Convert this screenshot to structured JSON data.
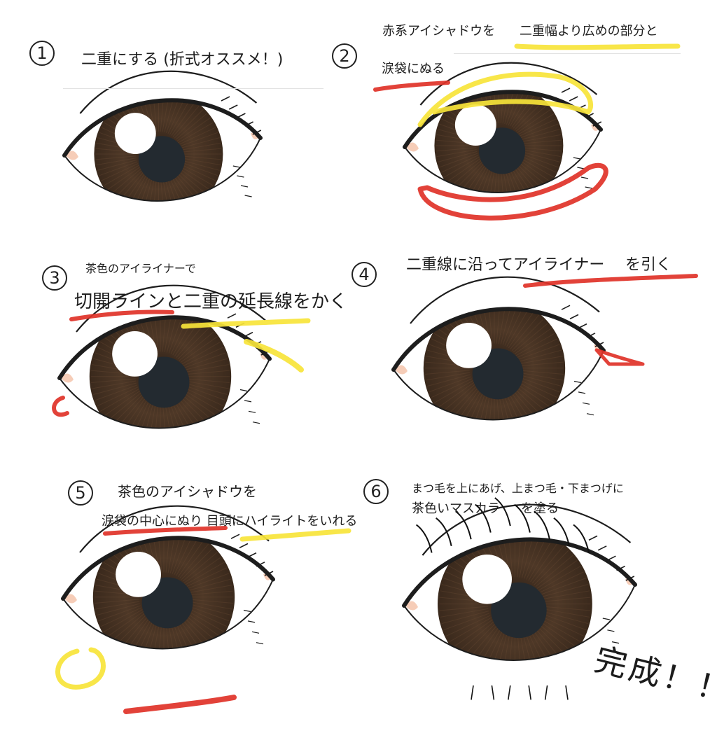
{
  "steps": [
    {
      "num": "1",
      "text": "二重にする (折式オススメ！)"
    },
    {
      "num": "2",
      "line1": "赤系アイシャドウを",
      "line1_mark": "二重幅より広めの部分と",
      "line2": "涙袋にぬる"
    },
    {
      "num": "3",
      "caption": "茶色のアイライナーで",
      "text": "切開ラインと二重の延長線をかく"
    },
    {
      "num": "4",
      "text": "二重線に沿ってアイライナー",
      "text_tail": "を引く"
    },
    {
      "num": "5",
      "line1": "茶色のアイシャドウを",
      "line2": "涙袋の中心にぬり 目頭にハイライトをいれる"
    },
    {
      "num": "6",
      "line1": "まつ毛を上にあげ、上まつ毛・下まつげに",
      "line2": "茶色いマスカラ",
      "line2_tail": "を塗る"
    }
  ],
  "finish": "完成！！",
  "colors": {
    "red": "#e03228",
    "yellow": "#f7e43a",
    "iris": "#4a3424",
    "skin": "#f6cdb8",
    "outline": "#1d1d1d"
  },
  "icons": [
    "eye-illustration",
    "circled-number"
  ]
}
